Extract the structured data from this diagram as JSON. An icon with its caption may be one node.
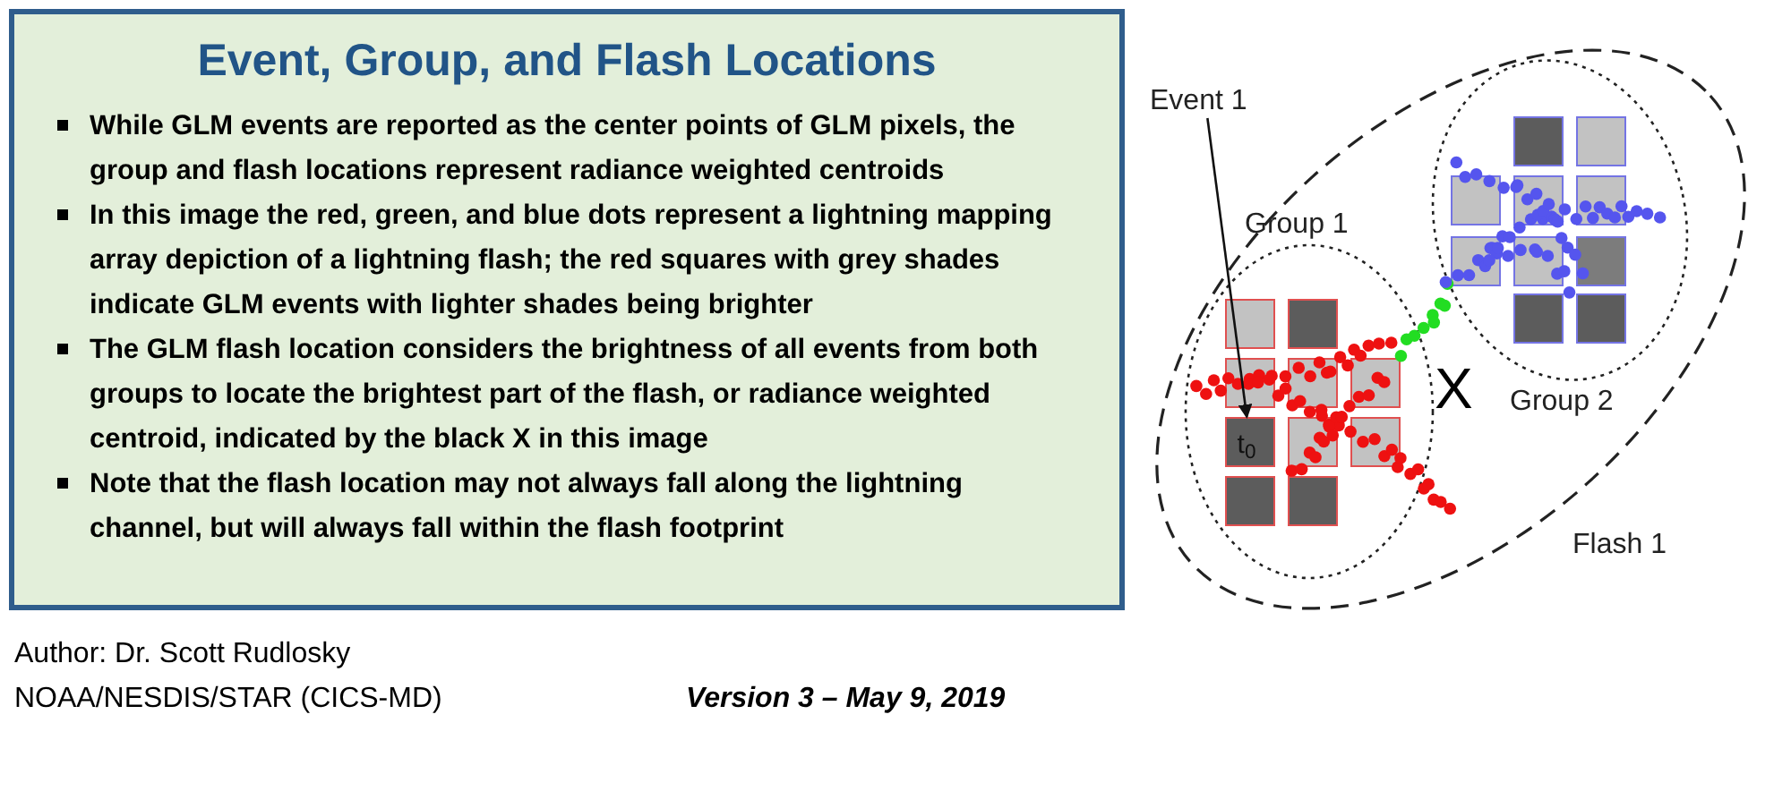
{
  "diagram": {
    "nodes": [
      {
        "text": [
          "Event, Group, and Flash Locations",
          "While GLM events are reported as the center points of GLM pixels, the group and flash locations represent radiance weighted centroids",
          "In this image the red, green, and blue dots represent a lightning mapping array depiction of a lightning flash; the red squares with grey shades indicate GLM events with lighter shades being brighter",
          "The GLM flash location considers the brightness of all events from both groups to locate the brightest part of the flash, or radiance weighted centroid, indicated by the black X in this image",
          "Note that the flash location may not always fall along the lightning channel, but will always fall within the flash footprint"
        ]
      },
      {
        "text": [
          "Event 1"
        ]
      },
      {
        "text": [
          "Flash 1"
        ]
      },
      {
        "text": [
          "Group 1"
        ],
        "in": 2
      },
      {
        "text": [],
        "shape": "box",
        "in": 3
      },
      {
        "text": [],
        "shape": "box",
        "in": 3
      },
      {
        "text": [],
        "shape": "box",
        "in": 3
      },
      {
        "text": [],
        "shape": "box",
        "in": 3
      },
      {
        "text": [],
        "shape": "box",
        "in": 3
      },
      {
        "text": [
          "t$_{0}$"
        ],
        "in": 3
      },
      {
        "text": [],
        "shape": "box",
        "in": 3
      },
      {
        "text": [],
        "shape": "box",
        "in": 3
      },
      {
        "text": [],
        "shape": "box",
        "in": 3
      },
      {
        "text": [],
        "shape": "box",
        "in": 3
      },
      {
        "text": [
          "Group 2"
        ],
        "in": 2
      },
      {
        "text": [],
        "shape": "box",
        "in": 14
      },
      {
        "text": [],
        "shape": "box",
        "in": 14
      },
      {
        "text": [],
        "shape": "box",
        "in": 14
      },
      {
        "text": [],
        "shape": "box",
        "in": 14
      },
      {
        "text": [],
        "shape": "box",
        "in": 14
      },
      {
        "text": [],
        "shape": "box",
        "in": 14
      },
      {
        "text": [],
        "shape": "box",
        "in": 14
      },
      {
        "text": [],
        "shape": "box",
        "in": 14
      },
      {
        "text": [],
        "shape": "box",
        "in": 14
      },
      {
        "text": [],
        "shape": "box",
        "in": 14
      }
    ],
    "edges": [
      {
        "from": 1,
        "to": 9,
        "arrow": "to"
      }
    ],
    "labels": [
      "X",
      "Author: Dr. Scott Rudlosky",
      "NOAA/NESDIS/STAR (CICS-MD)",
      "Version 3 – May 9, 2019"
    ]
  }
}
